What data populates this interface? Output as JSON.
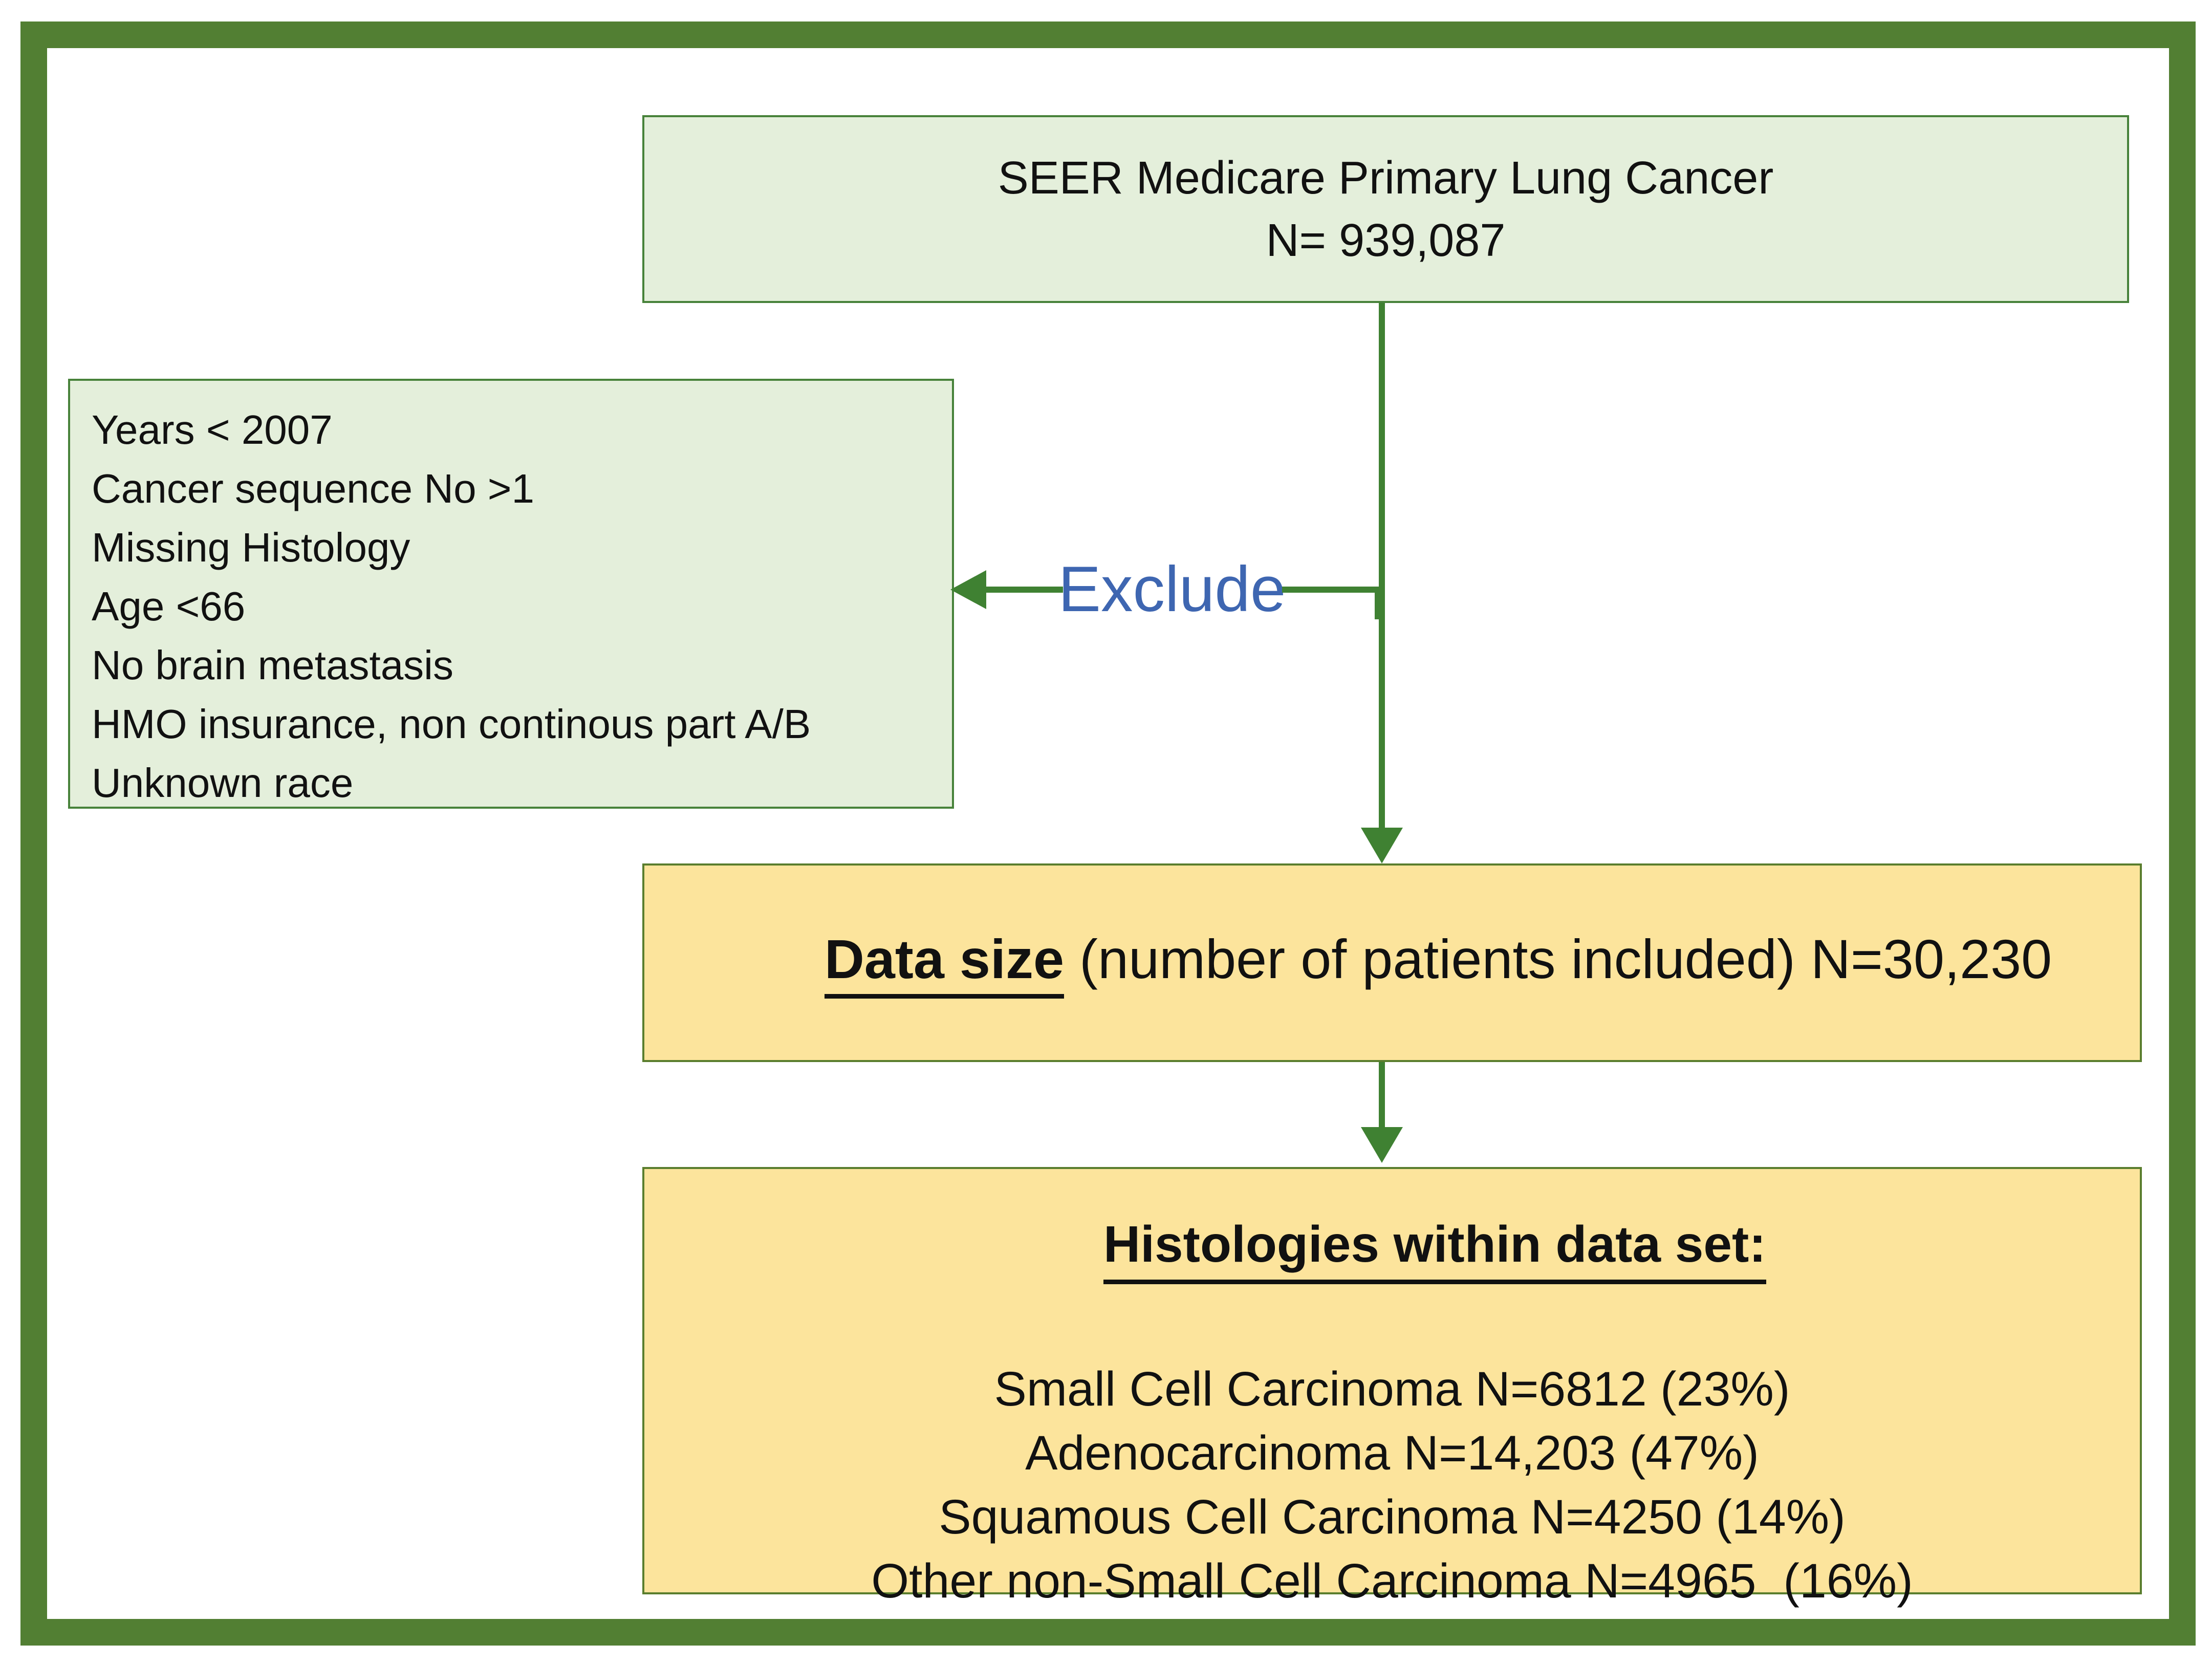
{
  "top_box": {
    "line1": "SEER Medicare Primary Lung Cancer",
    "line2": "N= 939,087"
  },
  "exclusion_box": {
    "lines": [
      "Years < 2007",
      "Cancer sequence No >1",
      "Missing Histology",
      "Age <66",
      "No brain metastasis",
      "HMO insurance, non continous part A/B",
      "Unknown race"
    ]
  },
  "exclude_label": "Exclude",
  "data_size_box": {
    "title": "Data size",
    "rest": " (number of patients included) N=30,230"
  },
  "histology_box": {
    "header": "Histologies within data set:",
    "lines": [
      "Small Cell Carcinoma N=6812 (23%)",
      "Adenocarcinoma N=14,203 (47%)",
      "Squamous Cell Carcinoma N=4250 (14%)",
      "Other non-Small Cell Carcinoma N=4965  (16%)"
    ]
  },
  "colors": {
    "frame_green": "#527f33",
    "connector_green": "#3f8132",
    "green_box_fill": "#e4efdb",
    "green_box_border": "#47823a",
    "yellow_box_fill": "#fce49c",
    "yellow_box_border": "#5a7e2e",
    "exclude_text_blue": "#3e66b1",
    "text_black": "#111111"
  }
}
